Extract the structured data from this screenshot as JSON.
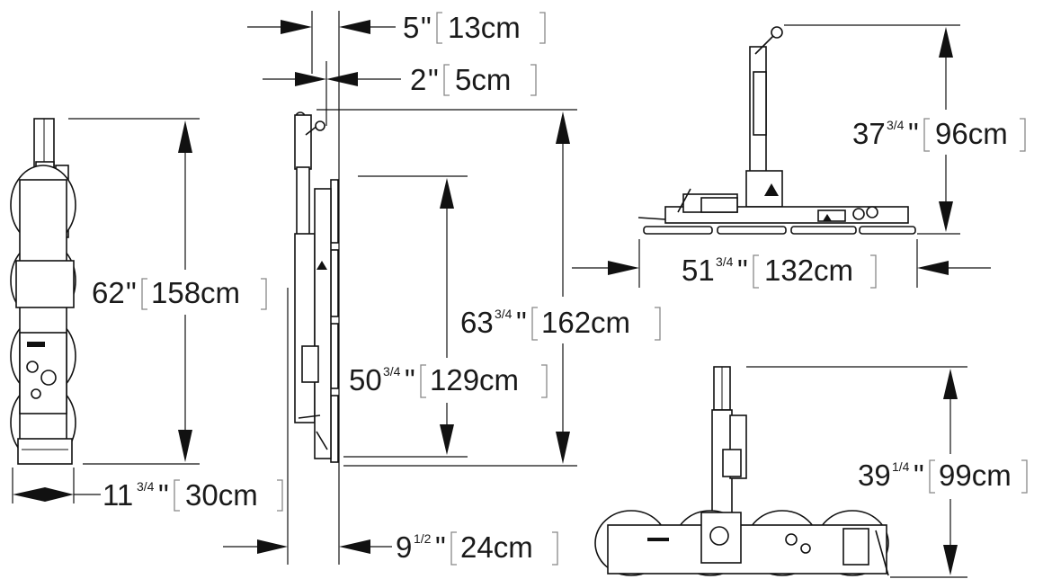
{
  "dimensions": {
    "front_height": {
      "imperial_whole": "62",
      "fraction": "",
      "metric": "158cm"
    },
    "front_width": {
      "imperial_whole": "11",
      "fraction": "3/4",
      "metric": "30cm"
    },
    "side_top_offset": {
      "imperial_whole": "5",
      "fraction": "",
      "metric": "13cm"
    },
    "side_mid_offset": {
      "imperial_whole": "2",
      "fraction": "",
      "metric": "5cm"
    },
    "side_total_height": {
      "imperial_whole": "63",
      "fraction": "3/4",
      "metric": "162cm"
    },
    "side_pad_height": {
      "imperial_whole": "50",
      "fraction": "3/4",
      "metric": "129cm"
    },
    "side_depth": {
      "imperial_whole": "9",
      "fraction": "1/2",
      "metric": "24cm"
    },
    "flat_height": {
      "imperial_whole": "37",
      "fraction": "3/4",
      "metric": "96cm"
    },
    "flat_length": {
      "imperial_whole": "51",
      "fraction": "3/4",
      "metric": "132cm"
    },
    "top_height": {
      "imperial_whole": "39",
      "fraction": "1/4",
      "metric": "99cm"
    }
  }
}
